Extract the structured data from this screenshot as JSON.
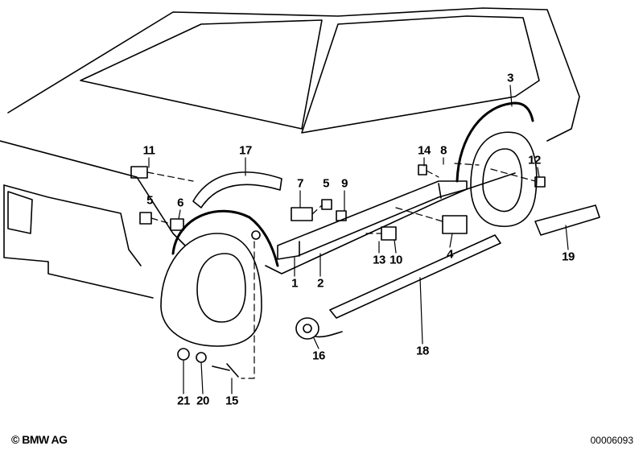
{
  "parts": [
    {
      "number": "1"
    },
    {
      "number": "2"
    },
    {
      "number": "3"
    },
    {
      "number": "4"
    },
    {
      "number": "5"
    },
    {
      "number": "5"
    },
    {
      "number": "6"
    },
    {
      "number": "7"
    },
    {
      "number": "8"
    },
    {
      "number": "9"
    },
    {
      "number": "10"
    },
    {
      "number": "11"
    },
    {
      "number": "12"
    },
    {
      "number": "13"
    },
    {
      "number": "14"
    },
    {
      "number": "15"
    },
    {
      "number": "16"
    },
    {
      "number": "17"
    },
    {
      "number": "18"
    },
    {
      "number": "19"
    },
    {
      "number": "20"
    },
    {
      "number": "21"
    }
  ],
  "footer": {
    "copyright": "© BMW AG",
    "diagram_id": "00006093"
  }
}
